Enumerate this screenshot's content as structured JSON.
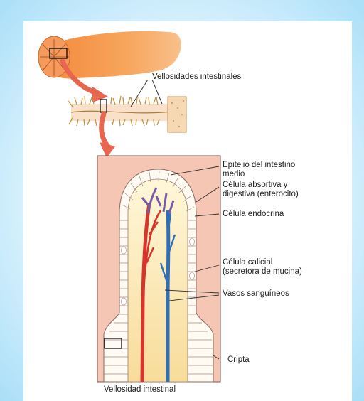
{
  "labels": {
    "vellosidades_intestinales": "Vellosidades intestinales",
    "epitelio_line1": "Epitelio del intestino",
    "epitelio_line2": "medio",
    "celula_absortiva_line1": "Célula absortiva y",
    "celula_absortiva_line2": "digestiva (enterocito)",
    "celula_endocrina": "Célula endocrina",
    "celula_calicial_line1": "Célula calicial",
    "celula_calicial_line2": "(secretora de mucina)",
    "vasos_sanguineos": "Vasos sanguíneos",
    "cripta": "Cripta",
    "vellosidad_intestinal": "Vellosidad intestinal"
  },
  "colors": {
    "background_frame": "#b3e4fb",
    "intestine": "#f7a35a",
    "arrow": "#e8664f",
    "villus_tissue": "#f6c6b4",
    "vessel_red": "#d7342c",
    "vessel_blue": "#2f6fb6",
    "vessel_purple": "#7a5aa8"
  }
}
